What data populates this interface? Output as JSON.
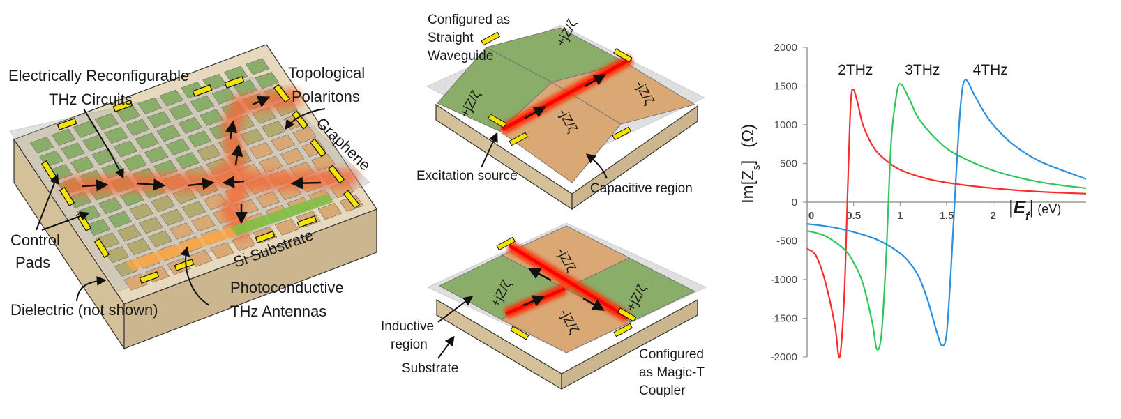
{
  "left": {
    "labels": {
      "circuits_1": "Electrically Reconfigurable",
      "circuits_2": "THz Circuits",
      "polaritons_1": "Topological",
      "polaritons_2": "Polaritons",
      "graphene": "Graphene",
      "control_1": "Control",
      "control_2": "Pads",
      "substrate": "Si Substrate",
      "dielectric": "Dielectric (not shown)",
      "antenna_1": "Photoconductive",
      "antenna_2": "THz Antennas"
    }
  },
  "middle_top": {
    "labels": {
      "config_1": "Configured as",
      "config_2": "Straight",
      "config_3": "Waveguide",
      "excitation": "Excitation source",
      "capacitive": "Capacitive region"
    },
    "impedance": {
      "plus": "+jZ/ζ",
      "minus": "-jZ/ζ"
    }
  },
  "middle_bottom": {
    "labels": {
      "inductive_1": "Inductive",
      "inductive_2": "region",
      "substrate": "Substrate",
      "config_1": "Configured",
      "config_2": "as Magic-T",
      "config_3": "Coupler"
    }
  },
  "colors": {
    "green": "#8aad6a",
    "orange": "#d9a875",
    "substrate": "#d9c6a3",
    "pad": "#f5e400",
    "beam": "#ff2a00",
    "polariton": "#f26b3a",
    "red": "#ff2a2a",
    "green_line": "#2ec75a",
    "blue": "#2a8fe0"
  },
  "chart_data": {
    "type": "line",
    "title": "",
    "xlabel": "|E_f| (eV)",
    "xlabel_parts": {
      "bar_l": "|",
      "e": "E",
      "f": "f",
      "bar_r": "|",
      "unit": " (eV)"
    },
    "ylabel": "Im[Z_s]   (Ω)",
    "ylabel_parts": {
      "im": "Im[Z",
      "s": "s",
      "close": "]",
      "unit": "(Ω)"
    },
    "xlim": [
      0,
      3.0
    ],
    "ylim": [
      -2000,
      2000
    ],
    "xticks": [
      0,
      0.5,
      1,
      1.5,
      2
    ],
    "xtick_labels": [
      "0",
      "0.5",
      "1",
      "1.5",
      "2"
    ],
    "yticks": [
      2000,
      1500,
      1000,
      500,
      0,
      -500,
      -1000,
      -1500,
      -2000
    ],
    "ytick_labels": [
      "2000",
      "1500",
      "1000",
      "500",
      "0",
      "-500",
      "-1000",
      "-1500",
      "-2000"
    ],
    "series": [
      {
        "name": "2THz",
        "color": "#ff2a2a",
        "x": [
          0,
          0.1,
          0.2,
          0.3,
          0.35,
          0.4,
          0.44,
          0.47,
          0.5,
          0.55,
          0.6,
          0.7,
          0.8,
          1.0,
          1.3,
          1.6,
          2.0,
          2.5,
          3.0
        ],
        "y": [
          -600,
          -700,
          -1050,
          -1600,
          -2000,
          -1200,
          300,
          1300,
          1450,
          1250,
          1000,
          740,
          590,
          420,
          300,
          235,
          180,
          135,
          110
        ]
      },
      {
        "name": "3THz",
        "color": "#2ec75a",
        "x": [
          0,
          0.2,
          0.4,
          0.5,
          0.6,
          0.7,
          0.75,
          0.8,
          0.85,
          0.9,
          0.95,
          1.0,
          1.1,
          1.2,
          1.4,
          1.6,
          2.0,
          2.5,
          3.0
        ],
        "y": [
          -370,
          -440,
          -610,
          -780,
          -1050,
          -1550,
          -1900,
          -1700,
          -700,
          700,
          1300,
          1530,
          1330,
          1080,
          800,
          620,
          410,
          260,
          180
        ]
      },
      {
        "name": "4THz",
        "color": "#2a8fe0",
        "x": [
          0,
          0.3,
          0.6,
          0.8,
          1.0,
          1.1,
          1.2,
          1.3,
          1.4,
          1.45,
          1.5,
          1.55,
          1.6,
          1.65,
          1.7,
          1.8,
          1.9,
          2.0,
          2.2,
          2.5,
          3.0
        ],
        "y": [
          -280,
          -330,
          -420,
          -510,
          -660,
          -780,
          -960,
          -1280,
          -1700,
          -1850,
          -1700,
          -800,
          300,
          1250,
          1580,
          1380,
          1170,
          1000,
          760,
          530,
          300
        ]
      }
    ],
    "annotations": [
      {
        "text": "2THz",
        "x": 0.52,
        "y": 1650
      },
      {
        "text": "3THz",
        "x": 1.24,
        "y": 1650
      },
      {
        "text": "4THz",
        "x": 1.97,
        "y": 1650
      }
    ]
  }
}
